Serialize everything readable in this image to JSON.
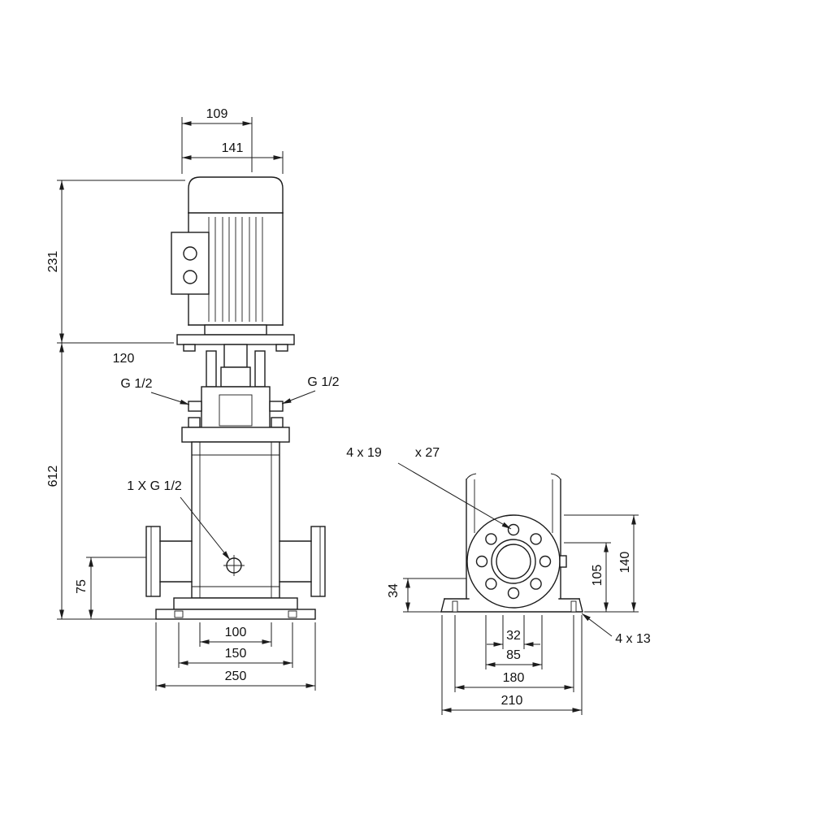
{
  "page": {
    "background": "#ffffff",
    "line_color": "#1c1c1c"
  },
  "drawing": {
    "front_view": {
      "dim_109": "109",
      "dim_141": "141",
      "dim_231": "231",
      "dim_120": "120",
      "dim_612": "612",
      "plug_left": "G 1/2",
      "plug_right": "G 1/2",
      "drain_note": "1 X G 1/2",
      "dim_75": "75",
      "dim_100": "100",
      "dim_150": "150",
      "dim_250": "250"
    },
    "side_view": {
      "flange_holes_note_a": "4 x 19",
      "flange_holes_note_b": "x 27",
      "dim_34": "34",
      "dim_105": "105",
      "dim_140": "140",
      "dim_32": "32",
      "dim_85": "85",
      "dim_180": "180",
      "dim_210": "210",
      "base_holes_note": "4 x 13"
    }
  }
}
